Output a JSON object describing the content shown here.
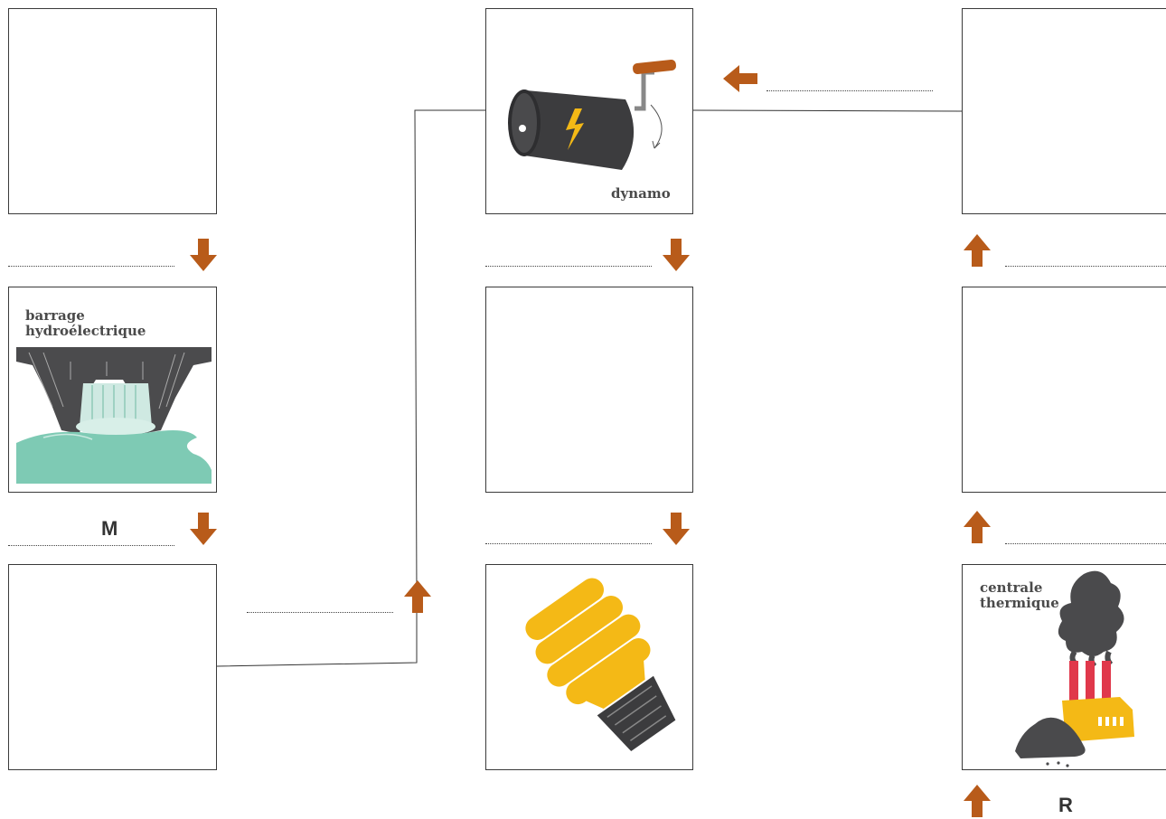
{
  "labels": {
    "dynamo": "dynamo",
    "barrage_line1": "barrage",
    "barrage_line2": "hydroélectrique",
    "centrale_line1": "centrale",
    "centrale_line2": "thermique"
  },
  "letters": {
    "m": "M",
    "r": "R"
  },
  "icons": {
    "dynamo": "dynamo-crank-battery-icon",
    "dam": "hydroelectric-dam-icon",
    "bulb": "energy-saving-bulb-icon",
    "plant": "thermal-power-plant-icon",
    "arrow": "orange-arrow-icon"
  },
  "colors": {
    "arrow": "#b85b1a",
    "dark": "#4a4a4a",
    "water": "#7ecab4",
    "yellow": "#f4b916",
    "red": "#e0384b"
  }
}
